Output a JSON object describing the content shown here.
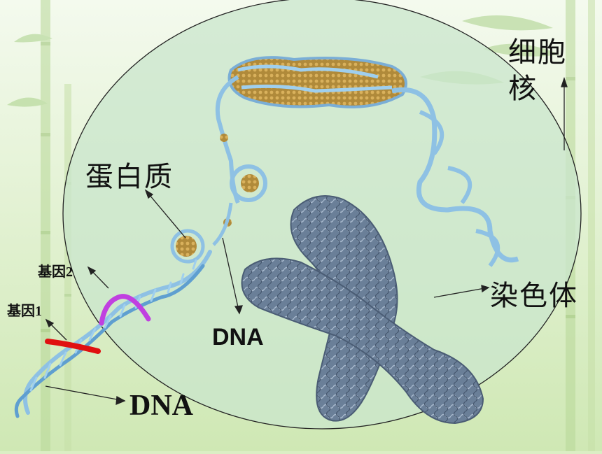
{
  "labels": {
    "nucleus_line1": "细胞",
    "nucleus_line2": "核",
    "protein": "蛋白质",
    "chromosome": "染色体",
    "gene2": "基因2",
    "gene1": "基因1",
    "dna_center": "DNA",
    "dna_bottom": "DNA"
  },
  "colors": {
    "background": "#dbeec4",
    "nucleus_fill": "#c9e6cc",
    "fiber": "#8ec1e4",
    "protein": "#b08a3a",
    "chromosome": "#5d7189",
    "gene1": "#e01010",
    "gene2": "#c040e0"
  }
}
